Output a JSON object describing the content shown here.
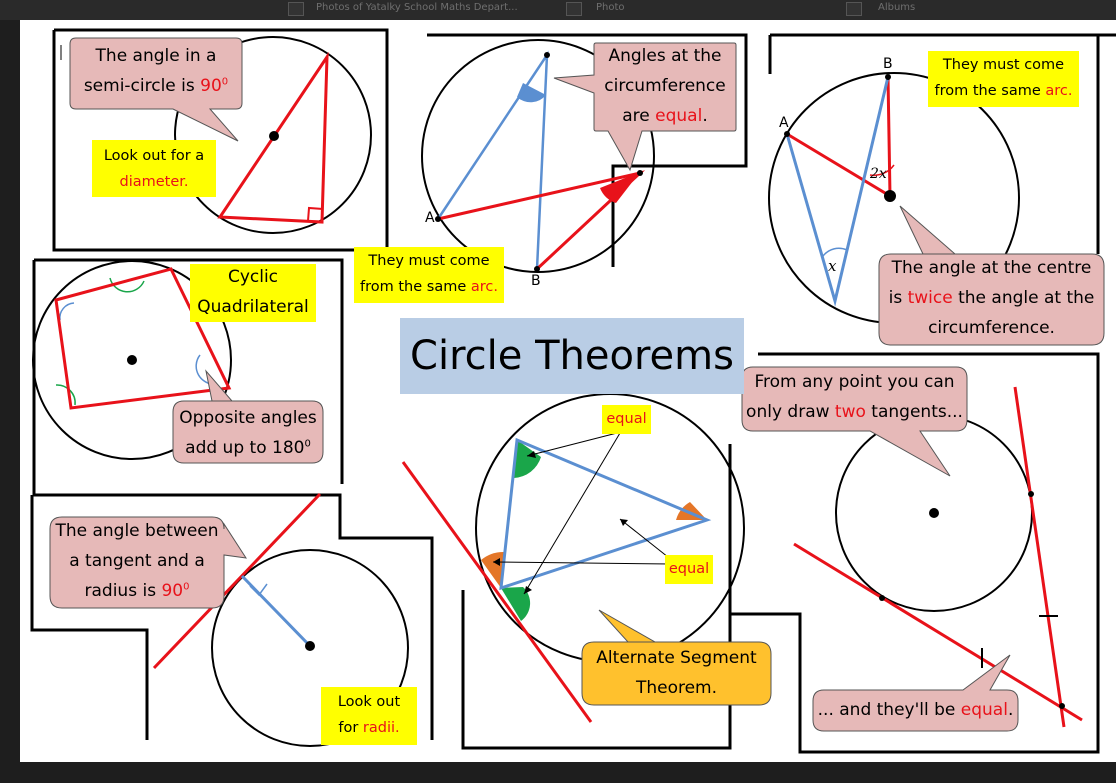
{
  "topbar": {
    "tab1": "Photos of Yatalky School Maths Depart...",
    "tab2": "Photo",
    "tab3": "Albums"
  },
  "title": "Circle Theorems",
  "semicircle": {
    "line1": "The angle in a",
    "line2_pre": "semi-circle is ",
    "value": "90",
    "sup": "0",
    "note1": "Look out for a",
    "note2": "diameter."
  },
  "same_segment": {
    "line1": "Angles at the",
    "line2": "circumference",
    "line3_pre": "are ",
    "line3_hl": "equal",
    "line3_post": ".",
    "note_pre": "They must come",
    "note_line2_pre": "from the same ",
    "note_hl": "arc.",
    "point_a": "A",
    "point_b": "B"
  },
  "centre": {
    "note1": "They must come",
    "note2_pre": "from the same ",
    "note2_hl": "arc.",
    "line1": "The angle at the centre",
    "line2_pre": "is ",
    "line2_hl": "twice",
    "line2_post": " the angle at the",
    "line3": "circumference.",
    "point_a": "A",
    "point_b": "B",
    "angle_centre": "2x",
    "angle_circ": "x"
  },
  "cyclic": {
    "label1": "Cyclic",
    "label2": "Quadrilateral",
    "line1": "Opposite angles",
    "line2_pre": "add up to 180",
    "sup": "0"
  },
  "tangent_radius": {
    "line1": "The angle between",
    "line2": "a tangent and a",
    "line3_pre": "radius is ",
    "value": "90",
    "sup": "0",
    "note1": "Look out",
    "note2_pre": "for ",
    "note2_hl": "radii."
  },
  "alternate": {
    "equal_top": "equal",
    "equal_bottom": "equal",
    "line1": "Alternate Segment",
    "line2": "Theorem."
  },
  "tangents": {
    "line1": "From any point you can",
    "line2_pre": "only draw ",
    "line2_hl": "two",
    "line2_post": " tangents...",
    "bottom_pre": "... and they'll be ",
    "bottom_hl": "equal",
    "bottom_post": "."
  },
  "colors": {
    "red": "#e8121a",
    "blue": "#5b8fd1",
    "green": "#1aa64a",
    "orange": "#e47628",
    "callout_pink": "#e6b9b8",
    "callout_orange": "#ffc12d",
    "highlight_yellow": "#ffff00",
    "title_blue": "#b9cde5"
  }
}
